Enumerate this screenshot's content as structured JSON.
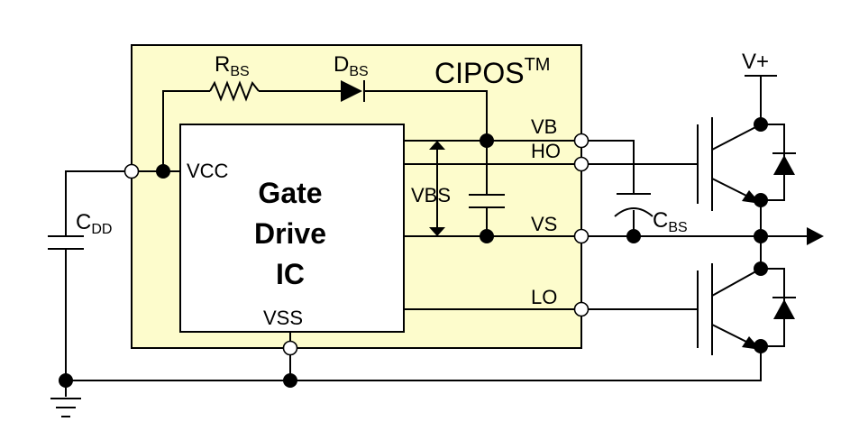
{
  "module": {
    "name": "CIPOS",
    "trademark": "TM",
    "fill_color": "#fdfccc"
  },
  "ic": {
    "line1": "Gate",
    "line2": "Drive",
    "line3": "IC",
    "vcc_label": "VCC",
    "vss_label": "VSS"
  },
  "pins": {
    "vb": "VB",
    "ho": "HO",
    "vs": "VS",
    "lo": "LO",
    "vplus": "V+"
  },
  "components": {
    "rbs": {
      "main": "R",
      "sub": "BS"
    },
    "dbs": {
      "main": "D",
      "sub": "BS"
    },
    "cdd": {
      "main": "C",
      "sub": "DD"
    },
    "cbs": {
      "main": "C",
      "sub": "BS"
    },
    "vbs": "VBS"
  }
}
